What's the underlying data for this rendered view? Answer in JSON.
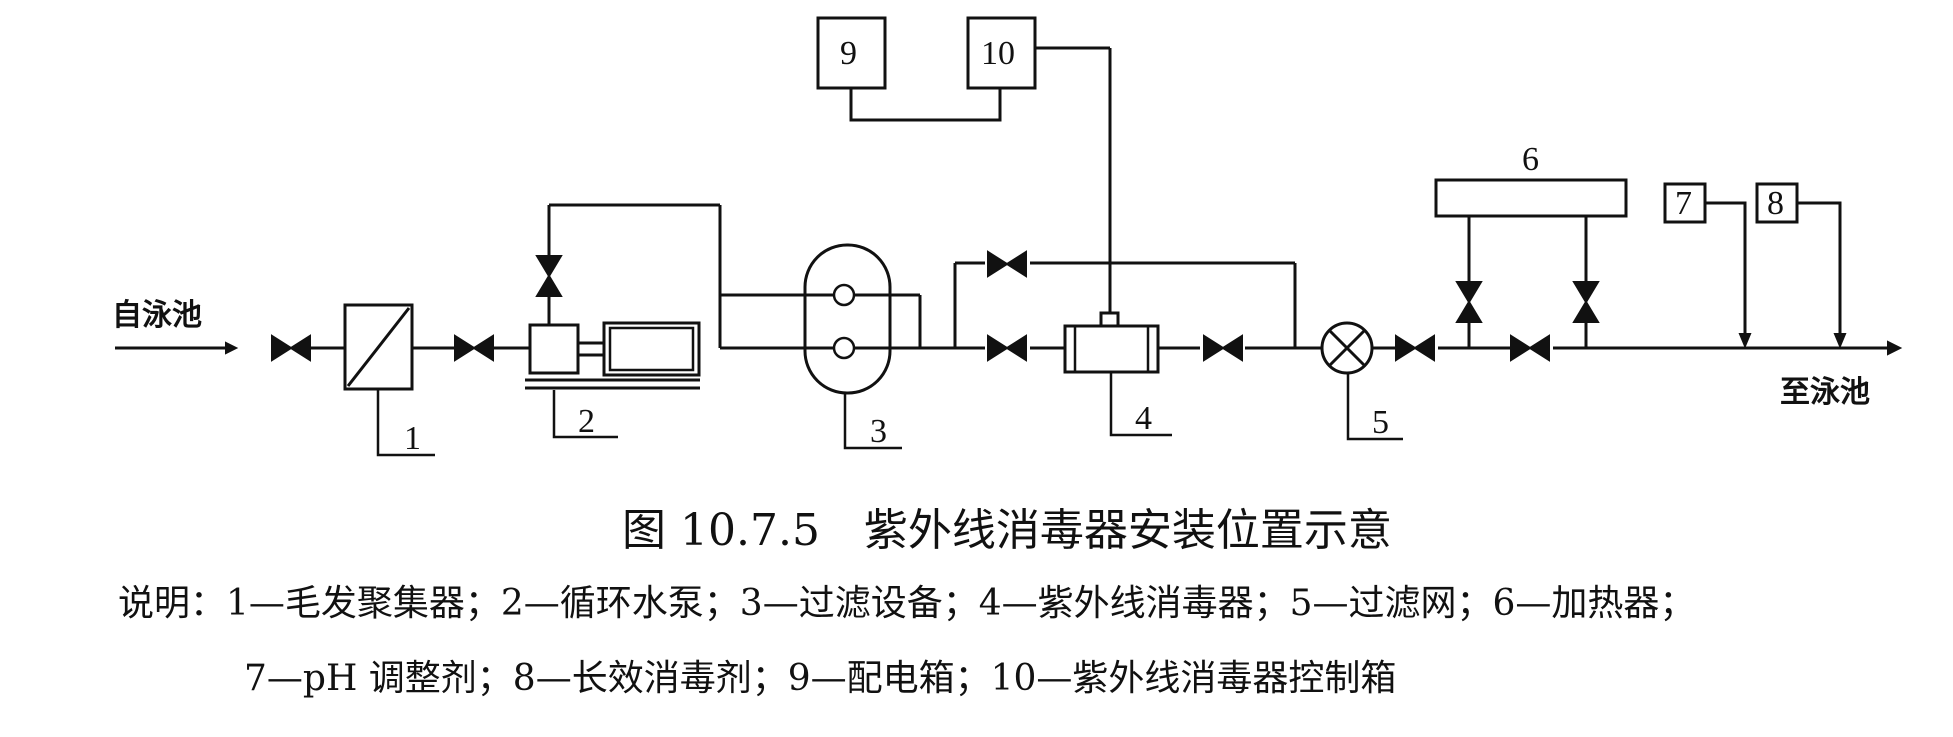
{
  "diagram": {
    "inlet_label": "自泳池",
    "outlet_label": "至泳池",
    "component_numbers": {
      "n1": "1",
      "n2": "2",
      "n3": "3",
      "n4": "4",
      "n5": "5",
      "n6": "6",
      "n7": "7",
      "n8": "8",
      "n9": "9",
      "n10": "10"
    }
  },
  "caption": {
    "figure": "图 10.7.5　紫外线消毒器安装位置示意"
  },
  "legend": {
    "line1": "说明：1—毛发聚集器；2—循环水泵；3—过滤设备；4—紫外线消毒器；5—过滤网；6—加热器；",
    "line2": "7—pH 调整剂；8—长效消毒剂；9—配电箱；10—紫外线消毒器控制箱"
  }
}
